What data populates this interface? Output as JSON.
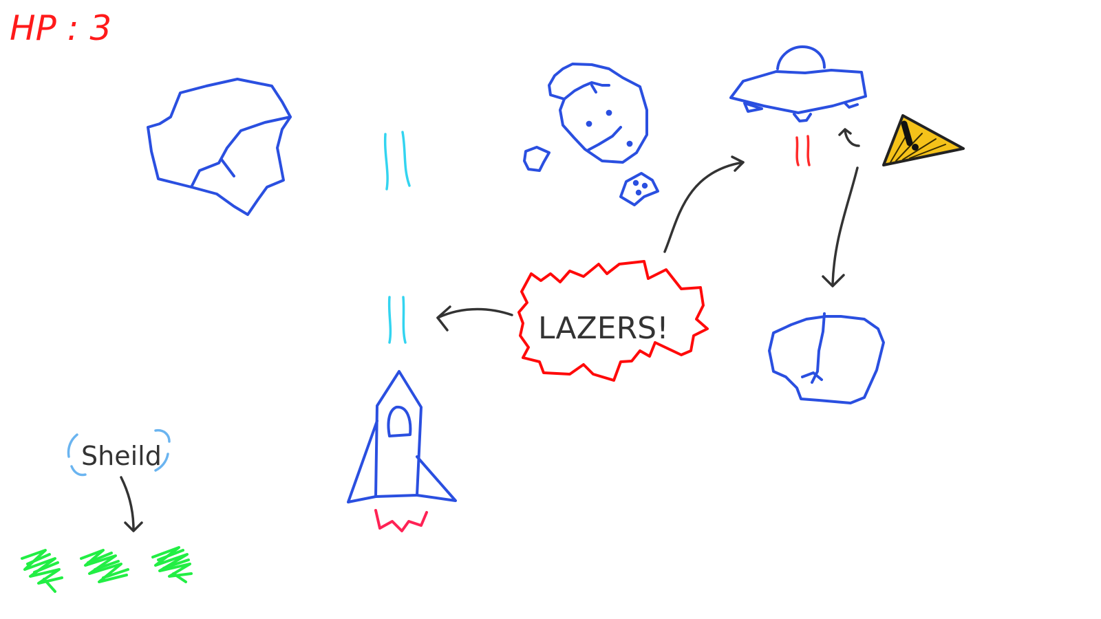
{
  "hud": {
    "hp_label": "HP : 3",
    "hp_value": 3
  },
  "callouts": {
    "lazers": "LAZERS!",
    "shield": "Sheild"
  },
  "shield_pickups": {
    "count": 3
  },
  "colors": {
    "asteroid": "#2a4fe0",
    "hud": "#ff1a1a",
    "laser_player": "#33d4f0",
    "laser_enemy": "#ff2a2a",
    "burst_outline": "#ff0a0a",
    "arrow": "#333333",
    "shield_bracket": "#6ab4f0",
    "shield_pickup": "#22ee44",
    "warning_fill": "#f5c21a",
    "thruster": "#ff2255"
  },
  "icons": {
    "player": "rocket-icon",
    "enemy": "ufo-icon",
    "hazard": "warning-icon",
    "pickup": "shield-pickup-icon"
  }
}
